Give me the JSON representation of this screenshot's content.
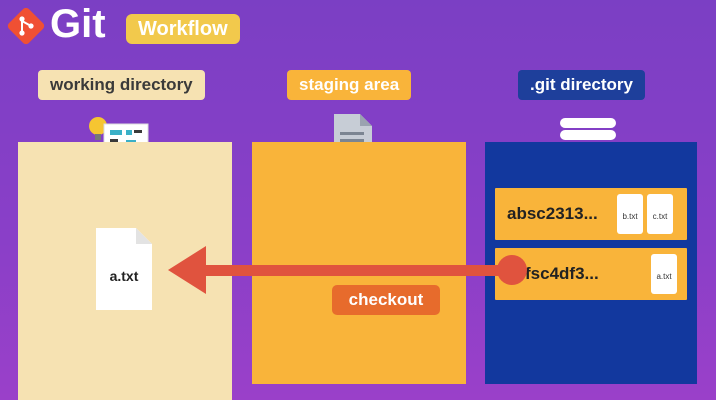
{
  "header": {
    "logo_icon": "git-logo-icon",
    "title": "Git",
    "badge": "Workflow",
    "colors": {
      "logo": "#f05033",
      "badge": "#f2c94c"
    }
  },
  "areas": [
    {
      "label": "working directory",
      "icon": "board-lightbulb-icon",
      "color": "#f6e2b2"
    },
    {
      "label": "staging area",
      "icon": "document-tag-icon",
      "color": "#f9b43a"
    },
    {
      "label": ".git directory",
      "icon": "database-icon",
      "color": "#12389e"
    }
  ],
  "working_directory": {
    "files": [
      "a.txt"
    ]
  },
  "git_directory": {
    "commits": [
      {
        "id": "absc2313...",
        "files": [
          "b.txt",
          "c.txt"
        ]
      },
      {
        "id": "fsc4df3...",
        "files": [
          "a.txt"
        ]
      }
    ]
  },
  "arrow": {
    "label": "checkout",
    "color": "#e0533e",
    "badge_color": "#e76b2c"
  }
}
